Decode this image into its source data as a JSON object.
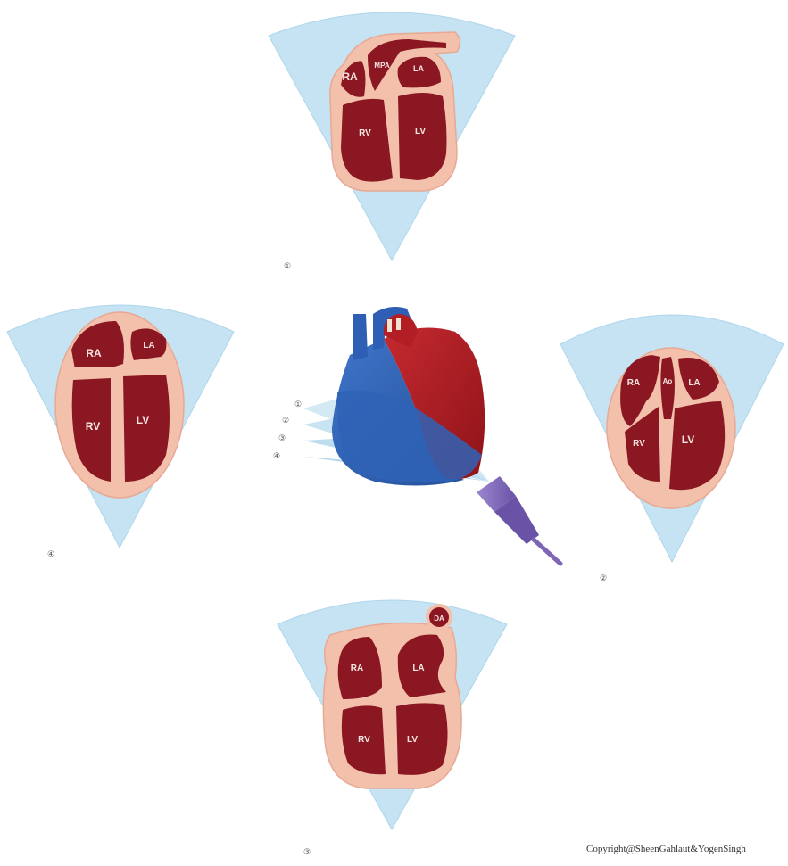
{
  "colors": {
    "beam": "#c5e3f2",
    "beam_edge": "#aed6ec",
    "pericardium": "#f2c0ab",
    "myocardium": "#e9ad98",
    "chamber": "#8b1722",
    "chamber_dark": "#6e0f19",
    "venous": "#2e5fb4",
    "arterial": "#b21e24",
    "probe": "#7d66b5"
  },
  "views": {
    "v1": {
      "number": "①",
      "labels": {
        "ra": "RA",
        "mpa": "MPA",
        "la": "LA",
        "rv": "RV",
        "lv": "LV"
      }
    },
    "v2": {
      "number": "②",
      "labels": {
        "ra": "RA",
        "ao": "Ao",
        "la": "LA",
        "rv": "RV",
        "lv": "LV"
      }
    },
    "v3": {
      "number": "③",
      "labels": {
        "ra": "RA",
        "la": "LA",
        "rv": "RV",
        "lv": "LV",
        "da": "DA"
      }
    },
    "v4": {
      "number": "④",
      "labels": {
        "ra": "RA",
        "la": "LA",
        "rv": "RV",
        "lv": "LV"
      }
    }
  },
  "probe_planes": [
    "①",
    "②",
    "③",
    "④"
  ],
  "copyright": "Copyright@SheenGahlaut&YogenSingh"
}
